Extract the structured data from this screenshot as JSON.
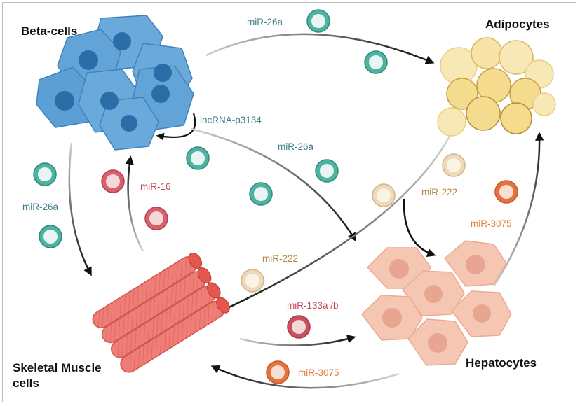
{
  "cells": {
    "beta": "Beta-cells",
    "adipocytes": "Adipocytes",
    "hepatocytes": "Hepatocytes",
    "muscle_line1": "Skeletal Muscle",
    "muscle_line2": "cells"
  },
  "labels": {
    "mir26a_top": "miR-26a",
    "lncrna": "lncRNA-p3134",
    "mir26a_center": "miR-26a",
    "mir26a_left": "miR-26a",
    "mir16": "miR-16",
    "mir222_right": "miR-222",
    "mir3075_right": "miR-3075",
    "mir222_center": "miR-222",
    "mir133": "miR-133a /b",
    "mir3075_bottom": "miR-3075"
  },
  "colors": {
    "teal": "#4fb3a1",
    "red": "#c9515f",
    "tan": "#d9c29a",
    "orange": "#e5733f",
    "beta": "#5b9fd4",
    "muscle": "#ee7f78",
    "hepato": "#f5c7b3",
    "adipo": "#f6e3a5"
  }
}
